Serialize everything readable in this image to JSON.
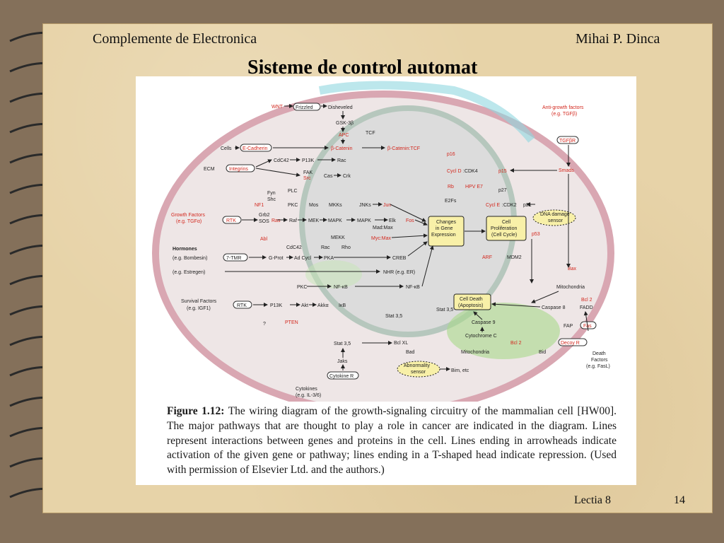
{
  "header": {
    "left": "Complemente de Electronica",
    "right": "Mihai P. Dinca"
  },
  "slide_title": "Sisteme de control automat",
  "footer": {
    "lecture": "Lectia 8",
    "page": "14"
  },
  "caption": {
    "label": "Figure 1.12:",
    "text": "The wiring diagram of the growth-signaling circuitry of the mammalian cell [HW00]. The major pathways that are thought to play a role in cancer are indicated in the diagram. Lines represent interactions between genes and proteins in the cell. Lines ending in arrowheads indicate activation of the given gene or pathway; lines ending in a T-shaped head indicate repression. (Used with permission of Elsevier Ltd. and the authors.)"
  },
  "diagram": {
    "top": {
      "wnt": "WNT",
      "frizzled": "Frizzled",
      "disheveled": "Disheveled",
      "gsk": "GSK-3β",
      "apc": "APC",
      "tcf": "TCF",
      "cells": "Cells",
      "ecad": "E-Cadherin",
      "bcat": "β-Catenin",
      "bcattcf": "β-Catenin:TCF",
      "antigrowth": "Anti-growth factors",
      "antigrowth_eg": "(e.g. TGFβ)",
      "tgfbr": "TGFβR",
      "smads": "Smads"
    },
    "left": {
      "ecm": "ECM",
      "integrins": "Integrins",
      "cdc42a": "CdC42",
      "p13ka": "P13K",
      "rac_a": "Rac",
      "fak": "FAK",
      "src": "Src",
      "cas": "Cas",
      "crk": "Crk",
      "fyn": "Fyn",
      "shc": "Shc",
      "plc": "PLC",
      "nf1": "NF1",
      "grb2": "Grb2",
      "sos": "SOS",
      "growth": "Growth Factors",
      "growth_eg": "(e.g. TGFα)",
      "rtk": "RTK",
      "ras": "Ras",
      "abl": "Abl",
      "pkc": "PKC",
      "raf": "Raf",
      "mos": "Mos",
      "mek": "MEK",
      "mkks": "MKKs",
      "mapk_a": "MAPK",
      "mapk_b": "MAPK",
      "mekk": "MEKK",
      "jnks": "JNKs",
      "jun": "Jun",
      "elk": "Elk",
      "fos": "Fos",
      "madmax": "Mad:Max",
      "mycmax": "Myc:Max",
      "cdc42b": "CdC42",
      "rac_b": "Rac",
      "rho": "Rho"
    },
    "mid": {
      "hormones": "Hormones",
      "hormones_eg": "(e.g. Bombesin)",
      "tmr": "7-TMR",
      "gprot": "G-Prot",
      "adcyc": "Ad Cycl",
      "pka": "PKA",
      "creb": "CREB",
      "estregen": "(e.g. Estregen)",
      "nhr": "NHR (e.g. ER)",
      "survival": "Survival Factors",
      "survival_eg": "(e.g. IGF1)",
      "rtk2": "RTK",
      "pkc2": "PKC",
      "nfkb_a": "NF-κB",
      "nfkb_b": "NF-κB",
      "p13kb": "P13K",
      "akt": "Akt",
      "akka": "Akkα",
      "ikb": "IκB",
      "pten": "PTEN",
      "q": "?",
      "stat35a": "Stat 3,5",
      "stat35b": "Stat 3,5",
      "stat35c": "Stat 3,5",
      "jaks": "Jaks",
      "cytr": "Cytokine R",
      "cytokines": "Cytokines",
      "cytokines_eg": "(e.g. IL-3/6)"
    },
    "nucleus": {
      "p16": "p16",
      "cycld": "Cycl D",
      "cdk4": ":CDK4",
      "p15": "p15",
      "rb": "Rb",
      "hpv": "HPV E7",
      "e2fs": "E2Fs",
      "p27": "p27",
      "cycle": "Cycl E",
      "cdk2": ":CDK2",
      "p21": "p21",
      "changes1": "Changes",
      "changes2": "in Gene",
      "changes3": "Expression",
      "cell1": "Cell",
      "cell2": "Proliferation",
      "cell3": "(Cell Cycle)",
      "arf": "ARF",
      "mdm2": "MDM2",
      "p53": "p53",
      "dna1": "DNA damage",
      "dna2": "sensor"
    },
    "right": {
      "bax": "Bax",
      "mito_a": "Mitochondria",
      "bcl2a": "Bcl 2",
      "fadd": "FADD",
      "casp8": "Caspase 8",
      "death1": "Cell Death",
      "death2": "(Apoptosis)",
      "casp9": "Caspase 9",
      "cytc": "Cytochrome C",
      "bcl2b": "Bcl 2",
      "bclxl": "Bcl XL",
      "bad": "Bad",
      "mito_b": "Mitochondria",
      "bid": "Bid",
      "fap": "FAP",
      "fas": "Fas",
      "decoy": "Decoy R",
      "dfac1": "Death",
      "dfac2": "Factors",
      "dfac3": "(e.g. FasL)",
      "abn1": "Abnormality",
      "abn2": "sensor",
      "bim": "Bim, etc"
    }
  },
  "colors": {
    "red_label": "#d3281e",
    "background": "#84705a",
    "paper": "#e7d3a8"
  }
}
